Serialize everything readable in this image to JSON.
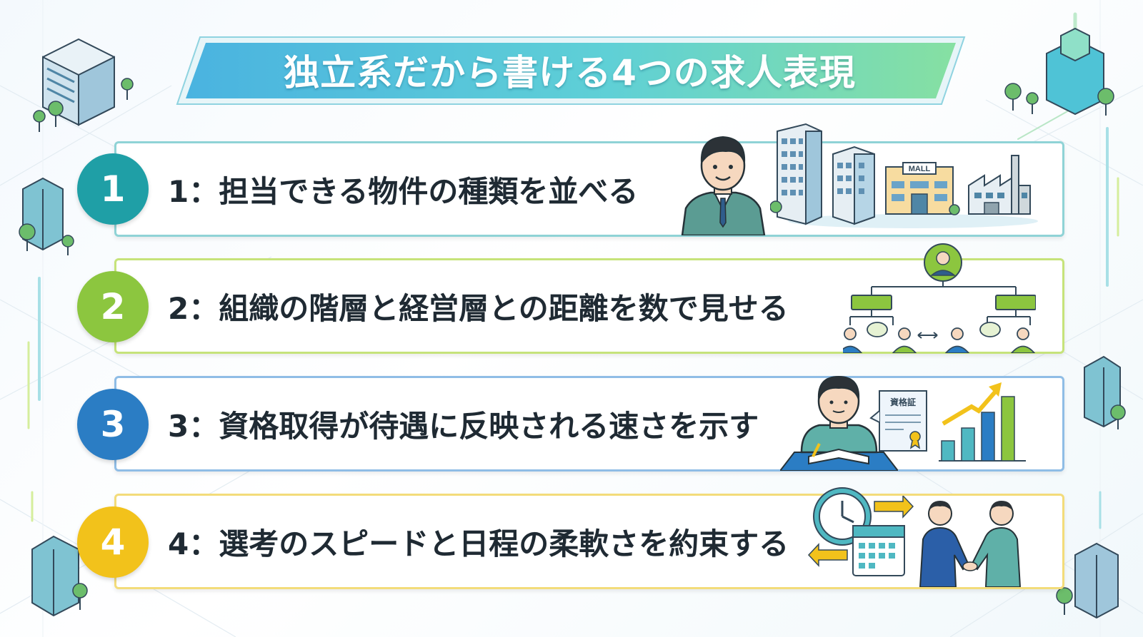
{
  "title": "独立系だから書ける4つの求人表現",
  "items": [
    {
      "number": "1",
      "label": "1：担当できる物件の種類を並べる",
      "color": "#1f9fa6"
    },
    {
      "number": "2",
      "label": "2：組織の階層と経営層との距離を数で見せる",
      "color": "#8cc63f"
    },
    {
      "number": "3",
      "label": "3：資格取得が待遇に反映される速さを示す",
      "color": "#2b7dc4"
    },
    {
      "number": "4",
      "label": "4：選考のスピードと日程の柔軟さを約束する",
      "color": "#f2c21b"
    }
  ],
  "illustrations": {
    "mall_sign": "MALL",
    "certificate_label": "資格証",
    "icons": [
      "businessman-icon",
      "building-icon",
      "mall-icon",
      "factory-icon",
      "org-chart-icon",
      "studying-person-icon",
      "certificate-icon",
      "bar-chart-icon",
      "clock-icon",
      "calendar-icon",
      "handshake-icon"
    ]
  }
}
